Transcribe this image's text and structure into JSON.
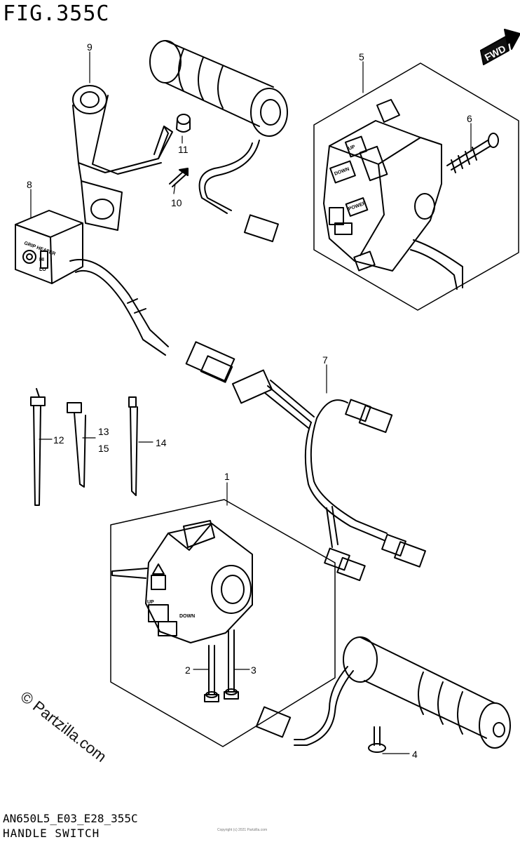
{
  "figure_title": "FIG.355C",
  "footer": {
    "model_code": "AN650L5_E03_E28_355C",
    "section_name": "HANDLE SWITCH"
  },
  "watermark": {
    "brand": "© Partzilla.com",
    "small_print": "Copyright (c) 2021 Partzilla.com"
  },
  "direction_label": "FWD",
  "part_labels": {
    "p1": "1",
    "p2": "2",
    "p3": "3",
    "p4": "4",
    "p5": "5",
    "p6": "6",
    "p7": "7",
    "p8": "8",
    "p9": "9",
    "p10": "10",
    "p11": "11",
    "p12": "12",
    "p13": "13",
    "p14": "14",
    "p15": "15"
  },
  "switch_text": {
    "up": "UP",
    "down": "DOWN",
    "power": "POWER",
    "grip_heater": "GRIP HEATER",
    "hi": "HI",
    "lo": "LO"
  }
}
